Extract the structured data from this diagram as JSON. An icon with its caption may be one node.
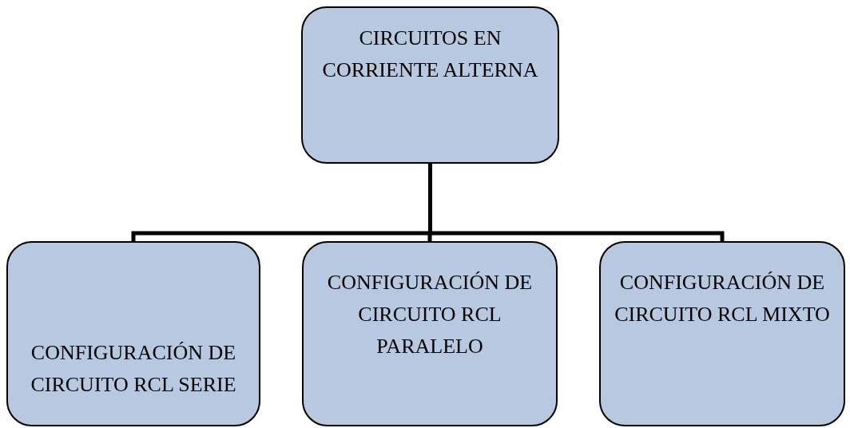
{
  "diagram": {
    "nodes": [
      {
        "text": [
          "CIRCUITOS EN CORRIENTE ALTERNA"
        ]
      },
      {
        "text": [
          "CONFIGURACIÓN DE CIRCUITO RCL SERIE"
        ]
      },
      {
        "text": [
          "CONFIGURACIÓN DE CIRCUITO RCL PARALELO"
        ]
      },
      {
        "text": [
          "CONFIGURACIÓN DE CIRCUITO RCL MIXTO"
        ]
      }
    ],
    "edges": [
      {
        "from": 0,
        "to": 1,
        "arrow": "none"
      },
      {
        "from": 0,
        "to": 2,
        "arrow": "none"
      },
      {
        "from": 0,
        "to": 3,
        "arrow": "none"
      }
    ]
  }
}
